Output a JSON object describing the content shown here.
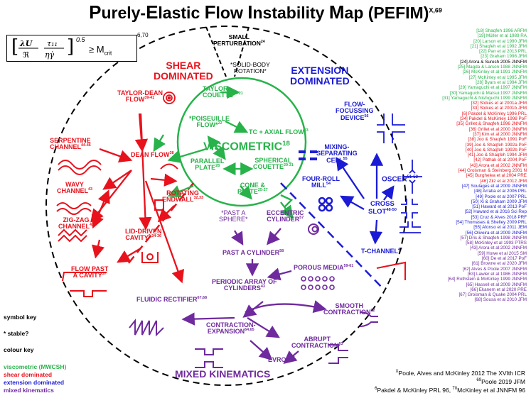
{
  "title": {
    "w1": "Purely-",
    "w2": "Elastic ",
    "w3": "Flow ",
    "w4": "Instability ",
    "w5": "Map (PEFIM)",
    "sup": "X,69",
    "c1": "P",
    "r1": "urely-",
    "c2": "E",
    "r2": "lastic ",
    "c3": "F",
    "r3": "low ",
    "c4": "I",
    "r4": "nstability ",
    "c5": "M",
    "r5": "ap (PEFIM)"
  },
  "criterion": {
    "sup_ref": "6,70",
    "exp": "0.5",
    "rhs": "≥ M",
    "rhs_sub": "crit"
  },
  "regions": {
    "shear": "SHEAR\nDOMINATED",
    "shear1": "SHEAR",
    "shear2": "DOMINATED",
    "extension1": "EXTENSION",
    "extension2": "DOMINATED",
    "viscometric": "VISCOMETRIC",
    "viscometric_sup": "18",
    "mixed": "MIXED KINEMATICS"
  },
  "top": {
    "small1": "SMALL",
    "small2": "PERTURBATION",
    "small_sup": "24",
    "sbr1": "*SOLID-BODY",
    "sbr2": "ROTATION*"
  },
  "green": {
    "tc1": "TAYLOR-",
    "tc2": "COUETTE",
    "tc_sup": "19-21",
    "pf1": "*POISEUILLE",
    "pf2": "FLOW*",
    "pf_sup": "22",
    "tcax": "TC + AXIAL FLOW",
    "tcax_sup": "23",
    "pp1": "PARALLEL",
    "pp2": "PLATE",
    "pp_sup": "28",
    "sc1": "SPHERICAL",
    "sc2": "COUETTE",
    "sc_sup": "29-31",
    "cp1": "CONE &",
    "cp2": "PLATE",
    "cp_sup": "25-27"
  },
  "red": {
    "tdf1": "TAYLOR-DEAN",
    "tdf2": "FLOW",
    "tdf_sup": "39-41",
    "serp1": "SERPENTINE",
    "serp2": "CHANNEL",
    "serp_sup": "44-46",
    "dean": "DEAN FLOW",
    "dean_sup": "38",
    "wavy1": "WAVY",
    "wavy2": "CHANNEL",
    "wavy_sup": "43",
    "rot1": "ROTATING",
    "rot2": "ENDWALL",
    "rot_sup": "32,33",
    "zz1": "ZIG-ZAG",
    "zz2": "CHANNEL",
    "zz_sup": "42",
    "ldc1": "LID-DRIVEN",
    "ldc2": "CAVITY",
    "ldc_sup": "6,34-36",
    "fpc1": "FLOW PAST",
    "fpc2": "A CAVITY",
    "fpc_sup": "37"
  },
  "blue": {
    "ffd1": "FLOW-",
    "ffd2": "FOCUSSING",
    "ffd3": "DEVICE",
    "ffd_sup": "56",
    "msc1": "MIXING-",
    "msc2": "SEPARATING",
    "msc3": "CELL",
    "msc_sup": "55",
    "oscer": "OSCER",
    "oscer_sup": "51-53",
    "frm1": "FOUR-ROLL",
    "frm2": "MILL",
    "frm_sup": "54",
    "cs1": "CROSS",
    "cs2": "SLOT",
    "cs_sup": "48-50",
    "tch": "T-CHANNEL",
    "tch_sup": "47"
  },
  "purple": {
    "pas1": "*PAST A",
    "pas2": "SPHERE*",
    "ecc1": "ECCENTRIC",
    "ecc2": "CYLINDER",
    "ecc_sup": "57",
    "pac": "PAST A CYLINDER",
    "pac_sup": "58",
    "porous": "POROUS MEDIA",
    "porous_sup": "59-61",
    "paoc1": "PERIODIC ARRAY OF",
    "paoc2": "CYLINDERS",
    "paoc_sup": "43",
    "fr": "FLUIDIC RECTIFIER",
    "fr_sup": "67,68",
    "smc1": "SMOOTH",
    "smc2": "CONTRACTION",
    "smc_sup": "62",
    "ce1": "CONTRACTION-",
    "ce2": "EXPANSION",
    "ce_sup": "64,65",
    "ac1": "ABRUPT",
    "ac2": "CONTRACTION",
    "ac_sup": "63",
    "evroc": "EVROC",
    "evroc_sup": "66"
  },
  "key": {
    "symbol": "symbol key",
    "stable": "* stable?",
    "colour": "colour key",
    "visc": "viscometric (MWCSH)",
    "shear": "shear dominated",
    "ext": "extension dominated",
    "mixed": "mixed kinematics"
  },
  "footer": {
    "l1_sup": "X",
    "l1": "Poole, Alves and McKinley 2012 The XVIth ICR",
    "l2_sup": "69",
    "l2": "Poole 2019 JFM",
    "l3_sup1": "6",
    "l3a": "Pakdel & McKinley PRL 96, ",
    "l3_sup2": "70",
    "l3b": "McKinley et al JNNFM 96"
  },
  "colors": {
    "viscometric": "#27b34a",
    "shear": "#e8121c",
    "extension": "#1b1bd6",
    "mixed": "#6f2a9e"
  },
  "references": [
    {
      "text": "[18] Shaqfeh 1996 ARFM",
      "cat": "viscometric"
    },
    {
      "text": "[19] Müller et al 1989 RA",
      "cat": "viscometric"
    },
    {
      "text": "[20] Larson et al 1990 JFM",
      "cat": "viscometric"
    },
    {
      "text": "[21] Shaqfeh et al 1992 JFM",
      "cat": "viscometric"
    },
    {
      "text": "[22] Pan et al 2013 PRL",
      "cat": "viscometric"
    },
    {
      "text": "[23] Graham 1998 JFM",
      "cat": "viscometric"
    },
    {
      "text": "[24] Arora & Suresh 2005 JNNFM",
      "cat": "black"
    },
    {
      "text": "[25] Magda & Larson 1988 JNNFM",
      "cat": "viscometric"
    },
    {
      "text": "[26] McKinley et al 1991 JNNFM",
      "cat": "viscometric"
    },
    {
      "text": "[27] McKinley et al 1995 JFM",
      "cat": "viscometric"
    },
    {
      "text": "[28] Byars et al 1994 JFM",
      "cat": "viscometric"
    },
    {
      "text": "[29] Yamaguchi et al 1997 JNNFM",
      "cat": "viscometric"
    },
    {
      "text": "[30] Yamaguchi & Matsui 1997 JNNFM",
      "cat": "viscometric"
    },
    {
      "text": "[31] Yamaguchi & Nishiguchi 1999 JNNFM",
      "cat": "viscometric"
    },
    {
      "text": "[32] Stokes et al 2001a JFM",
      "cat": "shear"
    },
    {
      "text": "[33] Stokes et al 2001b JFM",
      "cat": "shear"
    },
    {
      "text": "[6] Pakdel & McKinley 1996 PRL",
      "cat": "shear"
    },
    {
      "text": "[34] Pakdel & McKinley 1998 PoF",
      "cat": "shear"
    },
    {
      "text": "[35] Grillet & Shaqfeh 1996 JNNFM",
      "cat": "shear"
    },
    {
      "text": "[36] Grillet et al 2000 JNNFM",
      "cat": "shear"
    },
    {
      "text": "[37] Kim et al 2000 JNNFM",
      "cat": "shear"
    },
    {
      "text": "[38] Joo & Shaqfeh 1991 PoF",
      "cat": "shear"
    },
    {
      "text": "[39] Joo & Shaqfeh 1992a PoF",
      "cat": "shear"
    },
    {
      "text": "[40] Joo & Shaqfeh 1992b PoF",
      "cat": "shear"
    },
    {
      "text": "[41] Joo & Shaqfeh 1994 JFM",
      "cat": "shear"
    },
    {
      "text": "[42] Pathak et al 2004 PoF",
      "cat": "shear"
    },
    {
      "text": "[43] Arora et al 2002 JNNFM",
      "cat": "shear"
    },
    {
      "text": "[44] Groisman & Steinberg 2001 N",
      "cat": "shear"
    },
    {
      "text": "[45] Burghelea et al 2004 PRE",
      "cat": "shear"
    },
    {
      "text": "[46] Zilz et al 2012 JFM",
      "cat": "shear"
    },
    {
      "text": "[47] Soulages et al 2009 JNNFM",
      "cat": "extension"
    },
    {
      "text": "[48] Arratia et al 2006 PRL",
      "cat": "extension"
    },
    {
      "text": "[49] Poole et al 2007 PRL",
      "cat": "extension"
    },
    {
      "text": "[50] Xi & Graham 2009 JFM",
      "cat": "extension"
    },
    {
      "text": "[51] Haward et al 2013 PoF",
      "cat": "extension"
    },
    {
      "text": "[52] Haward et al 2016 Sci Rep",
      "cat": "extension"
    },
    {
      "text": "[53] Cruz & Alves 2018 PRF",
      "cat": "extension"
    },
    {
      "text": "[54] Thomases & Shelley 2009 PRL",
      "cat": "extension"
    },
    {
      "text": "[55] Afonso et al 2011 JEM",
      "cat": "extension"
    },
    {
      "text": "[56] Oliveira et al 2009 JNNFM",
      "cat": "extension"
    },
    {
      "text": "[57] Dris & Shaqfeh 1998 JNNFM",
      "cat": "mixed"
    },
    {
      "text": "[58] McKinley et al 1993 PTRS",
      "cat": "mixed"
    },
    {
      "text": "[43] Arora et al 2002 JNNFM",
      "cat": "mixed"
    },
    {
      "text": "[59] Howe et al 2015 SM",
      "cat": "mixed"
    },
    {
      "text": "[60] De et al 2017 PoF",
      "cat": "mixed"
    },
    {
      "text": "[61] Browne et al 2020 JFM",
      "cat": "mixed"
    },
    {
      "text": "[62] Alves & Poole 2007 JNNFM",
      "cat": "mixed"
    },
    {
      "text": "[63] Lawler et al 1986 JNNFM",
      "cat": "mixed"
    },
    {
      "text": "[64] Rothstein & McKinley 1999 JNNFM",
      "cat": "mixed"
    },
    {
      "text": "[65] Hassell et al 2009 JNNFM",
      "cat": "mixed"
    },
    {
      "text": "[66] Ekanem et al 2020 PRE",
      "cat": "mixed"
    },
    {
      "text": "[67] Groisman & Quake 2004 PRL",
      "cat": "mixed"
    },
    {
      "text": "[68] Sousa et al 2010 JFM",
      "cat": "mixed"
    }
  ]
}
